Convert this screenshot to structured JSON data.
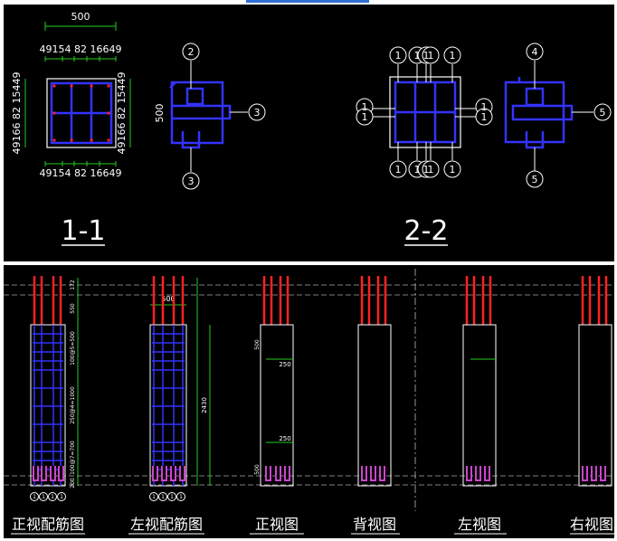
{
  "colors": {
    "background": "#000000",
    "page": "#ffffff",
    "accent_bar": "#2f6fd6",
    "concrete": "#ffffff",
    "stirrup": "#3333ff",
    "main_bar": "#ff2222",
    "dimension": "#22cc22",
    "label": "#ffffff",
    "anchor": "#cc44cc"
  },
  "section_1_1": {
    "width_dim": "500",
    "top_dims": "49154 82 16649",
    "bottom_dims": "49154 82 16649",
    "left_dims": "49166 82 15449",
    "right_dims": "49166 82 15449",
    "side_dim": "500",
    "callout_2": "2",
    "callout_3a": "3",
    "callout_3b": "3",
    "title": "1-1"
  },
  "section_2_2": {
    "callouts_top": [
      "1",
      "1",
      "1",
      "1",
      "1"
    ],
    "callouts_bottom": [
      "1",
      "1",
      "1",
      "1",
      "1"
    ],
    "callouts_side": [
      "1",
      "1",
      "1",
      "1"
    ],
    "callout_4": "4",
    "callout_5a": "5",
    "callout_5b": "5",
    "title": "2-2"
  },
  "elevations": {
    "views": [
      {
        "label": "正视配筋图"
      },
      {
        "label": "左视配筋图"
      },
      {
        "label": "正视图"
      },
      {
        "label": "背视图"
      },
      {
        "label": "左视图"
      },
      {
        "label": "右视图"
      }
    ],
    "dims_rebar": [
      "172",
      "550",
      "100@5=500",
      "250@4=1000",
      "100@7=700",
      "200"
    ],
    "width_dim_left": "500",
    "height_dim": "2430",
    "small_dims": [
      "250",
      "250",
      "500",
      "500"
    ],
    "bar_marks": [
      "1",
      "1",
      "1",
      "1",
      "1",
      "1",
      "1",
      "1"
    ]
  }
}
